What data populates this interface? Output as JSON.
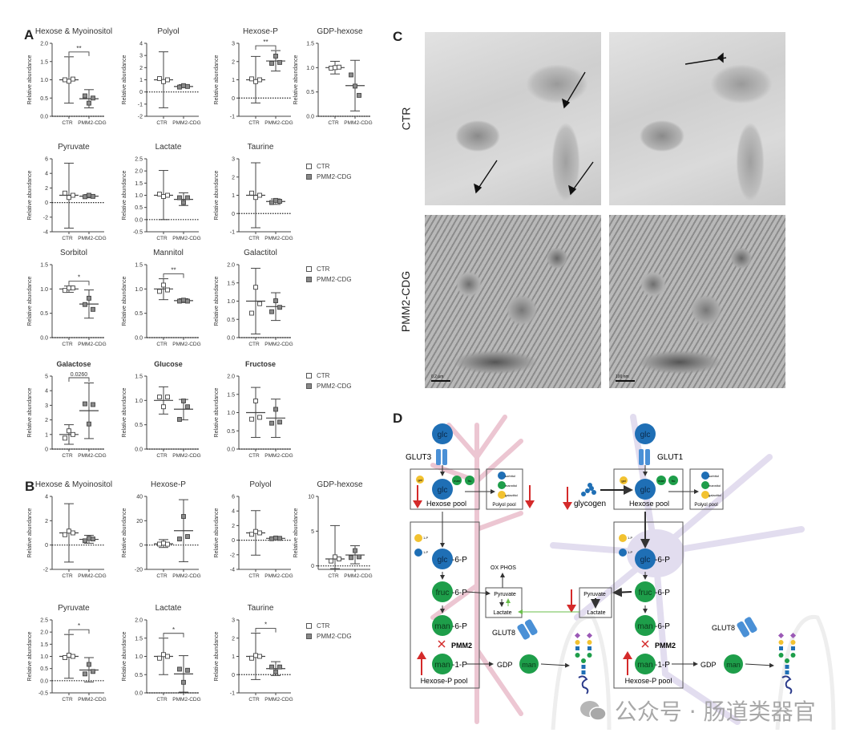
{
  "panels": {
    "A": "A",
    "B": "B",
    "C": "C",
    "D": "D"
  },
  "axis": {
    "ylabel": "Relative abundance",
    "xcats": [
      "CTR",
      "PMM2-CDG"
    ]
  },
  "legend": {
    "ctr": "CTR",
    "pmm": "PMM2-CDG"
  },
  "colors": {
    "ctr_fill": "#ffffff",
    "pmm_fill": "#8a8a8a",
    "line": "#444444",
    "up_down_arrow": "#d42a2a",
    "green_arrow": "#6abf4b",
    "glc": "#1f6fb5",
    "green": "#1e9e4a",
    "gal": "#f2c230"
  },
  "chart_data": [
    {
      "type": "scatter",
      "panel": "A",
      "title": "Hexose &  Myoinositol",
      "bold": false,
      "ylim": [
        0,
        2
      ],
      "yticks": [
        0,
        0.5,
        1,
        1.5,
        2
      ],
      "ctr": {
        "points": [
          1.0,
          0.96,
          1.02
        ],
        "mean": 1.0,
        "err": [
          0.36,
          1.63
        ]
      },
      "pmm": {
        "points": [
          0.56,
          0.36,
          0.5
        ],
        "mean": 0.48,
        "err": [
          0.23,
          0.73
        ]
      },
      "sig": "**"
    },
    {
      "type": "scatter",
      "panel": "A",
      "title": "Polyol",
      "bold": false,
      "ylim": [
        -2,
        4
      ],
      "yticks": [
        -2,
        -1,
        0,
        1,
        2,
        3,
        4
      ],
      "ctr": {
        "points": [
          1.1,
          0.85,
          1.0
        ],
        "mean": 1.0,
        "err": [
          -1.3,
          3.3
        ]
      },
      "pmm": {
        "points": [
          0.4,
          0.52,
          0.45
        ],
        "mean": 0.45,
        "err": [
          0.35,
          0.6
        ]
      },
      "sig": ""
    },
    {
      "type": "scatter",
      "panel": "A",
      "title": "Hexose-P",
      "bold": false,
      "ylim": [
        -1,
        3
      ],
      "yticks": [
        -1,
        0,
        1,
        2,
        3
      ],
      "ctr": {
        "points": [
          1.05,
          0.9,
          1.0
        ],
        "mean": 1.0,
        "err": [
          -0.27,
          2.28
        ]
      },
      "pmm": {
        "points": [
          1.9,
          2.3,
          1.95
        ],
        "mean": 2.03,
        "err": [
          1.48,
          2.6
        ]
      },
      "sig": "**"
    },
    {
      "type": "scatter",
      "panel": "A",
      "title": "GDP-hexose",
      "bold": false,
      "ylim": [
        0,
        1.5
      ],
      "yticks": [
        0,
        0.5,
        1,
        1.5
      ],
      "ctr": {
        "points": [
          0.99,
          1.0,
          1.01
        ],
        "mean": 1.0,
        "err": [
          0.87,
          1.13
        ]
      },
      "pmm": {
        "points": [
          0.85,
          0.62,
          0.43
        ],
        "mean": 0.63,
        "err": [
          0.11,
          1.15
        ]
      },
      "sig": ""
    },
    {
      "type": "scatter",
      "panel": "A",
      "title": "Pyruvate",
      "bold": false,
      "ylim": [
        -4,
        6
      ],
      "yticks": [
        -4,
        -2,
        0,
        2,
        4,
        6
      ],
      "ctr": {
        "points": [
          1.3,
          0.7,
          1.0
        ],
        "mean": 1.0,
        "err": [
          -3.5,
          5.4
        ]
      },
      "pmm": {
        "points": [
          0.8,
          1.0,
          0.85
        ],
        "mean": 0.88,
        "err": [
          0.65,
          1.1
        ]
      },
      "sig": ""
    },
    {
      "type": "scatter",
      "panel": "A",
      "title": "Lactate",
      "bold": false,
      "ylim": [
        -0.5,
        2.5
      ],
      "yticks": [
        -0.5,
        0,
        0.5,
        1,
        1.5,
        2,
        2.5
      ],
      "ctr": {
        "points": [
          1.05,
          0.95,
          1.0
        ],
        "mean": 1.0,
        "err": [
          0.0,
          2.02
        ]
      },
      "pmm": {
        "points": [
          0.9,
          0.7,
          0.9
        ],
        "mean": 0.83,
        "err": [
          0.58,
          1.1
        ]
      },
      "sig": ""
    },
    {
      "type": "scatter",
      "panel": "A",
      "title": "Taurine",
      "bold": false,
      "ylim": [
        -1,
        3
      ],
      "yticks": [
        -1,
        0,
        1,
        2,
        3
      ],
      "ctr": {
        "points": [
          1.12,
          0.88,
          1.0
        ],
        "mean": 1.0,
        "err": [
          -0.78,
          2.78
        ]
      },
      "pmm": {
        "points": [
          0.6,
          0.72,
          0.67
        ],
        "mean": 0.66,
        "err": [
          0.5,
          0.8
        ]
      },
      "sig": ""
    },
    {
      "type": "scatter",
      "panel": "A",
      "title": "Sorbitol",
      "bold": false,
      "ylim": [
        0,
        1.5
      ],
      "yticks": [
        0,
        0.5,
        1,
        1.5
      ],
      "ctr": {
        "points": [
          0.97,
          1.02,
          1.02
        ],
        "mean": 1.0,
        "err": [
          0.93,
          1.06
        ]
      },
      "pmm": {
        "points": [
          0.68,
          0.81,
          0.58
        ],
        "mean": 0.69,
        "err": [
          0.4,
          0.98
        ]
      },
      "sig": "*"
    },
    {
      "type": "scatter",
      "panel": "A",
      "title": "Mannitol",
      "bold": false,
      "ylim": [
        0,
        1.5
      ],
      "yticks": [
        0,
        0.5,
        1,
        1.5
      ],
      "ctr": {
        "points": [
          0.95,
          1.08,
          0.98
        ],
        "mean": 1.0,
        "err": [
          0.78,
          1.21
        ]
      },
      "pmm": {
        "points": [
          0.75,
          0.77,
          0.75
        ],
        "mean": 0.76,
        "err": [
          0.72,
          0.8
        ]
      },
      "sig": "**"
    },
    {
      "type": "scatter",
      "panel": "A",
      "title": "Galactitol",
      "bold": false,
      "ylim": [
        0,
        2
      ],
      "yticks": [
        0,
        0.5,
        1,
        1.5,
        2
      ],
      "ctr": {
        "points": [
          0.67,
          1.38,
          0.93
        ],
        "mean": 1.0,
        "err": [
          0.1,
          1.9
        ]
      },
      "pmm": {
        "points": [
          0.71,
          1.01,
          0.83
        ],
        "mean": 0.85,
        "err": [
          0.47,
          1.23
        ]
      },
      "sig": ""
    },
    {
      "type": "scatter",
      "panel": "A",
      "title": "Galactose",
      "bold": true,
      "ylim": [
        0,
        5
      ],
      "yticks": [
        0,
        1,
        2,
        3,
        4,
        5
      ],
      "ctr": {
        "points": [
          0.75,
          1.25,
          1.0
        ],
        "mean": 1.0,
        "err": [
          0.33,
          1.67
        ]
      },
      "pmm": {
        "points": [
          3.1,
          1.72,
          3.05
        ],
        "mean": 2.63,
        "err": [
          0.72,
          4.53
        ]
      },
      "sig": "0.0260"
    },
    {
      "type": "scatter",
      "panel": "A",
      "title": "Glucose",
      "bold": true,
      "ylim": [
        0,
        1.5
      ],
      "yticks": [
        0,
        0.5,
        1,
        1.5
      ],
      "ctr": {
        "points": [
          1.07,
          0.87,
          1.07
        ],
        "mean": 1.0,
        "err": [
          0.72,
          1.28
        ]
      },
      "pmm": {
        "points": [
          0.61,
          0.99,
          0.87
        ],
        "mean": 0.82,
        "err": [
          0.6,
          1.02
        ]
      },
      "sig": ""
    },
    {
      "type": "scatter",
      "panel": "A",
      "title": "Fructose",
      "bold": true,
      "ylim": [
        0,
        2
      ],
      "yticks": [
        0,
        0.5,
        1,
        1.5,
        2
      ],
      "ctr": {
        "points": [
          0.82,
          1.32,
          0.87
        ],
        "mean": 1.0,
        "err": [
          0.32,
          1.69
        ]
      },
      "pmm": {
        "points": [
          0.71,
          1.09,
          0.74
        ],
        "mean": 0.85,
        "err": [
          0.32,
          1.37
        ]
      },
      "sig": ""
    },
    {
      "type": "scatter",
      "panel": "B",
      "title": "Hexose &  Myoinositol",
      "bold": false,
      "ylim": [
        -2,
        4
      ],
      "yticks": [
        -2,
        0,
        2,
        4
      ],
      "ctr": {
        "points": [
          0.85,
          1.15,
          1.0
        ],
        "mean": 1.0,
        "err": [
          -1.4,
          3.4
        ]
      },
      "pmm": {
        "points": [
          0.35,
          0.55,
          0.5
        ],
        "mean": 0.47,
        "err": [
          0.15,
          0.8
        ]
      },
      "sig": ""
    },
    {
      "type": "scatter",
      "panel": "B",
      "title": "Hexose-P",
      "bold": false,
      "ylim": [
        -20,
        40
      ],
      "yticks": [
        -20,
        0,
        20,
        40
      ],
      "ctr": {
        "points": [
          0.8,
          1.5,
          0.7
        ],
        "mean": 1.0,
        "err": [
          -2,
          4.5
        ]
      },
      "pmm": {
        "points": [
          5,
          23.5,
          7
        ],
        "mean": 11.8,
        "err": [
          -13.7,
          37.3
        ]
      },
      "sig": ""
    },
    {
      "type": "scatter",
      "panel": "B",
      "title": "Polyol",
      "bold": false,
      "ylim": [
        -4,
        6
      ],
      "yticks": [
        -4,
        -2,
        0,
        2,
        4,
        6
      ],
      "ctr": {
        "points": [
          0.8,
          1.2,
          1.0
        ],
        "mean": 1.0,
        "err": [
          -2.05,
          4.05
        ]
      },
      "pmm": {
        "points": [
          0.2,
          0.3,
          0.25
        ],
        "mean": 0.25,
        "err": [
          0.15,
          0.35
        ]
      },
      "sig": ""
    },
    {
      "type": "scatter",
      "panel": "B",
      "title": "GDP-hexose",
      "bold": false,
      "ylim": [
        -0.5,
        10
      ],
      "yticks": [
        0,
        5,
        10
      ],
      "ctr": {
        "points": [
          0.7,
          1.3,
          1.0
        ],
        "mean": 1.0,
        "err": [
          -0.4,
          5.8
        ]
      },
      "pmm": {
        "points": [
          1.2,
          2.2,
          1.3
        ],
        "mean": 1.57,
        "err": [
          0.3,
          2.9
        ]
      },
      "sig": ""
    },
    {
      "type": "scatter",
      "panel": "B",
      "title": "Pyruvate",
      "bold": false,
      "ylim": [
        -0.5,
        2.5
      ],
      "yticks": [
        -0.5,
        0,
        0.5,
        1,
        1.5,
        2,
        2.5
      ],
      "ctr": {
        "points": [
          0.95,
          1.05,
          1.0
        ],
        "mean": 1.0,
        "err": [
          0.1,
          1.9
        ]
      },
      "pmm": {
        "points": [
          0.28,
          0.67,
          0.38
        ],
        "mean": 0.44,
        "err": [
          -0.05,
          0.95
        ]
      },
      "sig": "*"
    },
    {
      "type": "scatter",
      "panel": "B",
      "title": "Lactate",
      "bold": false,
      "ylim": [
        0,
        2
      ],
      "yticks": [
        0,
        0.5,
        1,
        1.5,
        2
      ],
      "ctr": {
        "points": [
          0.95,
          1.05,
          1.0
        ],
        "mean": 1.0,
        "err": [
          0.5,
          1.5
        ]
      },
      "pmm": {
        "points": [
          0.65,
          0.29,
          0.62
        ],
        "mean": 0.52,
        "err": [
          0.02,
          1.02
        ]
      },
      "sig": "*"
    },
    {
      "type": "scatter",
      "panel": "B",
      "title": "Taurine",
      "bold": false,
      "ylim": [
        -1,
        3
      ],
      "yticks": [
        -1,
        0,
        1,
        2,
        3
      ],
      "ctr": {
        "points": [
          0.9,
          1.05,
          1.0
        ],
        "mean": 1.0,
        "err": [
          -0.27,
          2.27
        ]
      },
      "pmm": {
        "points": [
          0.42,
          0.15,
          0.42
        ],
        "mean": 0.33,
        "err": [
          -0.05,
          0.71
        ]
      },
      "sig": "*"
    }
  ],
  "panel_c": {
    "row_labels": [
      "CTR",
      "PMM2-CDG"
    ],
    "scale_bars": [
      "0.2 µm",
      "100 nm"
    ]
  },
  "panel_d": {
    "glc": "glc",
    "gal": "gal",
    "man": "man",
    "fru": "fru",
    "fruc": "fruc",
    "glut3": "GLUT3",
    "glut1": "GLUT1",
    "glut8": "GLUT8",
    "hexose_pool": "Hexose pool",
    "polyol_pool": "Polyol pool",
    "hexose_p_pool": "Hexose-P pool",
    "sorbitol": "sorbitol",
    "mannitol": "mannitol",
    "galactitol": "galactitol",
    "glycogen": "glycogen",
    "six_p": "-6-P",
    "one_p": "-1-P",
    "one_p_short": "1-P",
    "pmm2": "PMM2",
    "gdp": "GDP",
    "oxphos": "OX PHOS",
    "pyruvate": "Pyruvate",
    "lactate": "Lactate"
  },
  "watermark": "公众号 · 肠道类器官"
}
